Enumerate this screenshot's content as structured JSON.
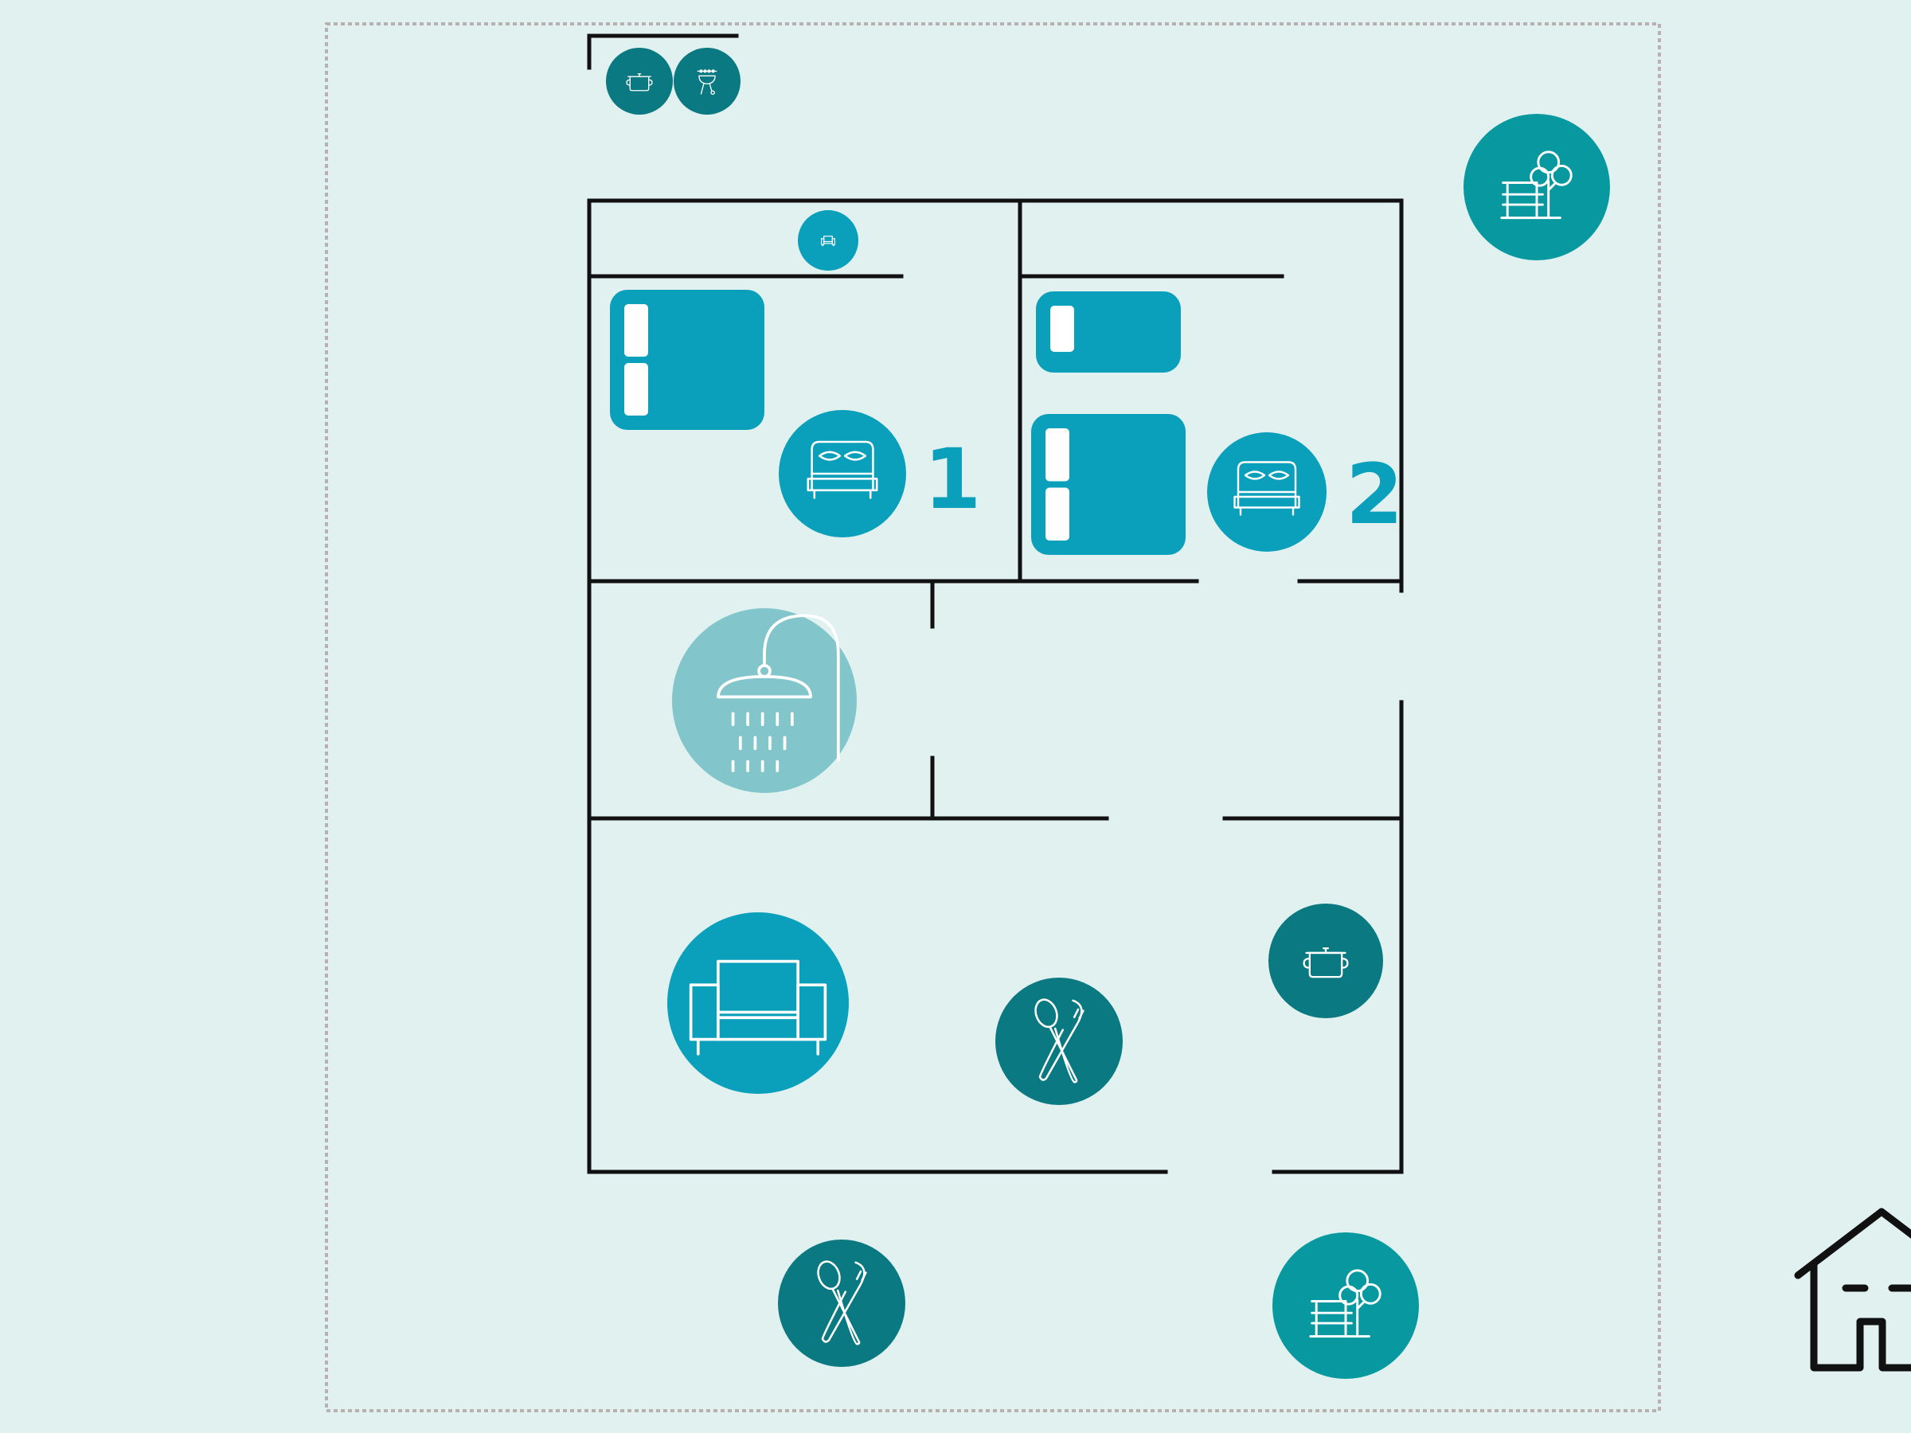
{
  "colors": {
    "background": "#e0f1ef",
    "wall": "#111111",
    "boundary": "#b9b0b0",
    "teal_bright": "#0a9fbb",
    "teal_dark": "#0a7981",
    "teal_medium": "#07999f",
    "teal_light": "#82c6cc",
    "icon_stroke": "#ffffff",
    "label": "#0a9fbb"
  },
  "rooms": {
    "bedroom_1": {
      "label": "1",
      "icon": "double-bed-icon"
    },
    "bedroom_2": {
      "label": "2",
      "icon": "double-bed-icon"
    },
    "bathroom": {
      "icon": "shower-icon"
    },
    "living_room": {
      "icons": [
        "sofa-icon",
        "dining-icon",
        "cooking-pot-icon"
      ]
    }
  },
  "outdoor": {
    "terrace_icons": [
      "cooking-pot-icon",
      "barbecue-grill-icon"
    ],
    "garden_icons": [
      "garden-bench-tree-icon",
      "garden-bench-tree-icon"
    ],
    "outdoor_dining_icon": "dining-icon"
  },
  "furniture": [
    "double-bed",
    "single-bed",
    "double-bed",
    "armchair"
  ],
  "house_outline_icon": "house-icon"
}
